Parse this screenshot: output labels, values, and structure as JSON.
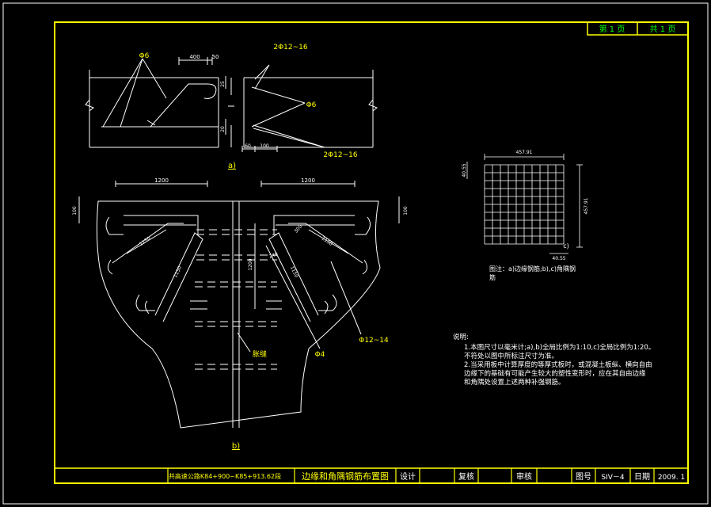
{
  "header": {
    "page_label": "第 1 页",
    "total_label": "共 1 页"
  },
  "detail_a": {
    "caption": "a)",
    "dims": {
      "d400": "400",
      "d50": "50",
      "d60": "60",
      "d100": "100",
      "d25": "25",
      "d20": "20"
    },
    "phi6_left": "Φ6",
    "phi6_right": "Φ6",
    "bar_top": "2Φ12~16",
    "bar_bottom": "2Φ12~16"
  },
  "detail_b": {
    "caption": "b)",
    "dim_left": "1200",
    "dim_right": "1200",
    "dim_vert": "1200",
    "dim_side_left": "100",
    "dim_side_right": "100",
    "diag_l1": "1150",
    "diag_l2": "1150",
    "diag_r1": "1150",
    "diag_r2": "1150",
    "small_300": "300",
    "small_240": "240",
    "joint_label": "胀缝",
    "phi4": "Φ4",
    "phi12_14": "Φ12~14"
  },
  "detail_c": {
    "caption": "c)",
    "dim_top": "457.91",
    "dim_right": "457.91",
    "dim_left": "40.55",
    "dim_bottom": "40.55"
  },
  "figure_note": {
    "line1": "图注：a)边缘钢筋;b),c)角隅钢",
    "line2": "筋"
  },
  "notes": {
    "heading": "说明:",
    "lines": [
      "1.本图尺寸以毫米计;a),b)全局比例为1:10,c)全局比例为1:20。",
      "   不符处以图中所标注尺寸为准。",
      "2.当采用板中计算厚度的等厚式板时，或混凝土板纵、横向自由",
      "   边缘下的基础有可能产生较大的塑性变形时，应在其自由边缘",
      "   和角隅处设置上述两种补强钢筋。"
    ]
  },
  "title_block": {
    "project": "共高速公路K84+900~K85+913.62段",
    "drawing_title": "边缘和角隅钢筋布置图",
    "design_label": "设计",
    "review_label": "复核",
    "audit_label": "审核",
    "drawing_no_label": "图号",
    "drawing_no": "SIV－4",
    "date_label": "日期",
    "date": "2009. 1"
  }
}
